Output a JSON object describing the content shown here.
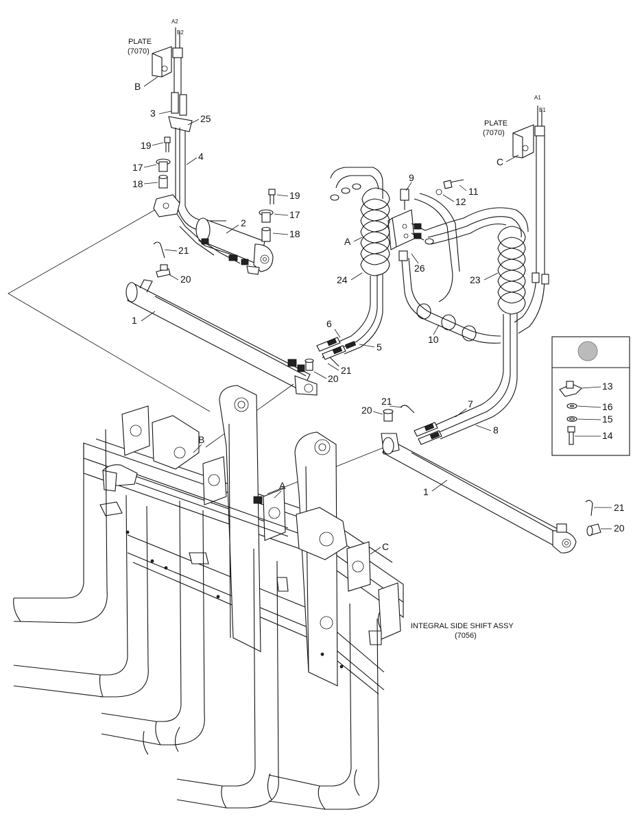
{
  "callouts": {
    "plate_left": "PLATE",
    "plate_left_code": "(7070)",
    "plate_right": "PLATE",
    "plate_right_code": "(7070)",
    "port_a2": "A2",
    "port_b2": "B2",
    "port_a1": "A1",
    "port_b1": "B1",
    "side_shift": "INTEGRAL SIDE SHIFT ASSY",
    "side_shift_code": "(7056)",
    "ref_a": "A",
    "ref_b": "B",
    "ref_c": "C"
  },
  "parts": {
    "p1": "1",
    "p2": "2",
    "p3": "3",
    "p4": "4",
    "p5": "5",
    "p6": "6",
    "p7": "7",
    "p8": "8",
    "p9": "9",
    "p10": "10",
    "p11": "11",
    "p12": "12",
    "p13": "13",
    "p14": "14",
    "p15": "15",
    "p16": "16",
    "p17": "17",
    "p18": "18",
    "p19": "19",
    "p20": "20",
    "p21": "21",
    "p23": "23",
    "p24": "24",
    "p25": "25",
    "p26": "26"
  }
}
